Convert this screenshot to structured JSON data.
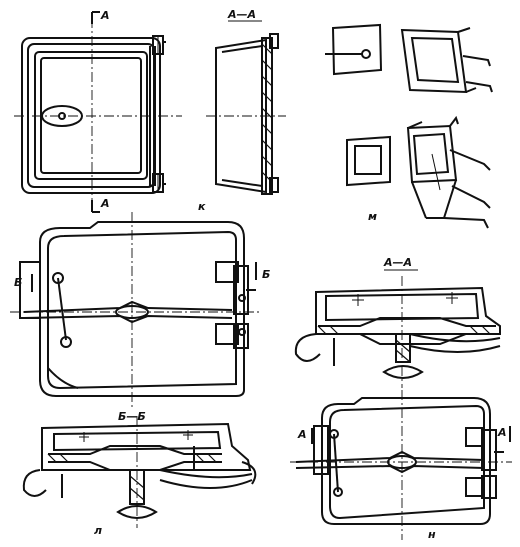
{
  "views": {
    "k": {
      "letter": "к",
      "cut": "А",
      "section_title": "А—А"
    },
    "m": {
      "letter": "м"
    },
    "l": {
      "letter": "л",
      "cut": "Б",
      "section_title": "Б—Б"
    },
    "n": {
      "letter": "н",
      "cut": "А",
      "section_title": "А—А"
    }
  }
}
